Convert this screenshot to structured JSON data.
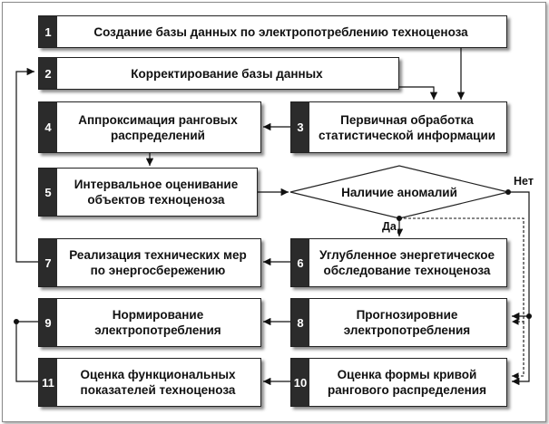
{
  "diagram": {
    "nodes": [
      {
        "number": "1",
        "label": "Создание базы данных по электропотреблению техноценоза"
      },
      {
        "number": "2",
        "label": "Корректирование базы данных"
      },
      {
        "number": "3",
        "label": "Первичная обработка\nстатистической информации"
      },
      {
        "number": "4",
        "label": "Аппроксимация ранговых\nраспределений"
      },
      {
        "number": "5",
        "label": "Интервальное оценивание\nобъектов техноценоза"
      },
      {
        "number": "6",
        "label": "Углубленное энергетическое\nобследование техноценоза"
      },
      {
        "number": "7",
        "label": "Реализация технических мер\nпо энергосбережению"
      },
      {
        "number": "8",
        "label": "Прогнозировние\nэлектропотребления"
      },
      {
        "number": "9",
        "label": "Нормирование\nэлектропотребления"
      },
      {
        "number": "10",
        "label": "Оценка формы кривой\nрангового распределения"
      },
      {
        "number": "11",
        "label": "Оценка функциональных\nпоказателей техноценоза"
      }
    ],
    "decision": {
      "label": "Наличие аномалий",
      "yes_label": "Да",
      "no_label": "Нет"
    }
  }
}
